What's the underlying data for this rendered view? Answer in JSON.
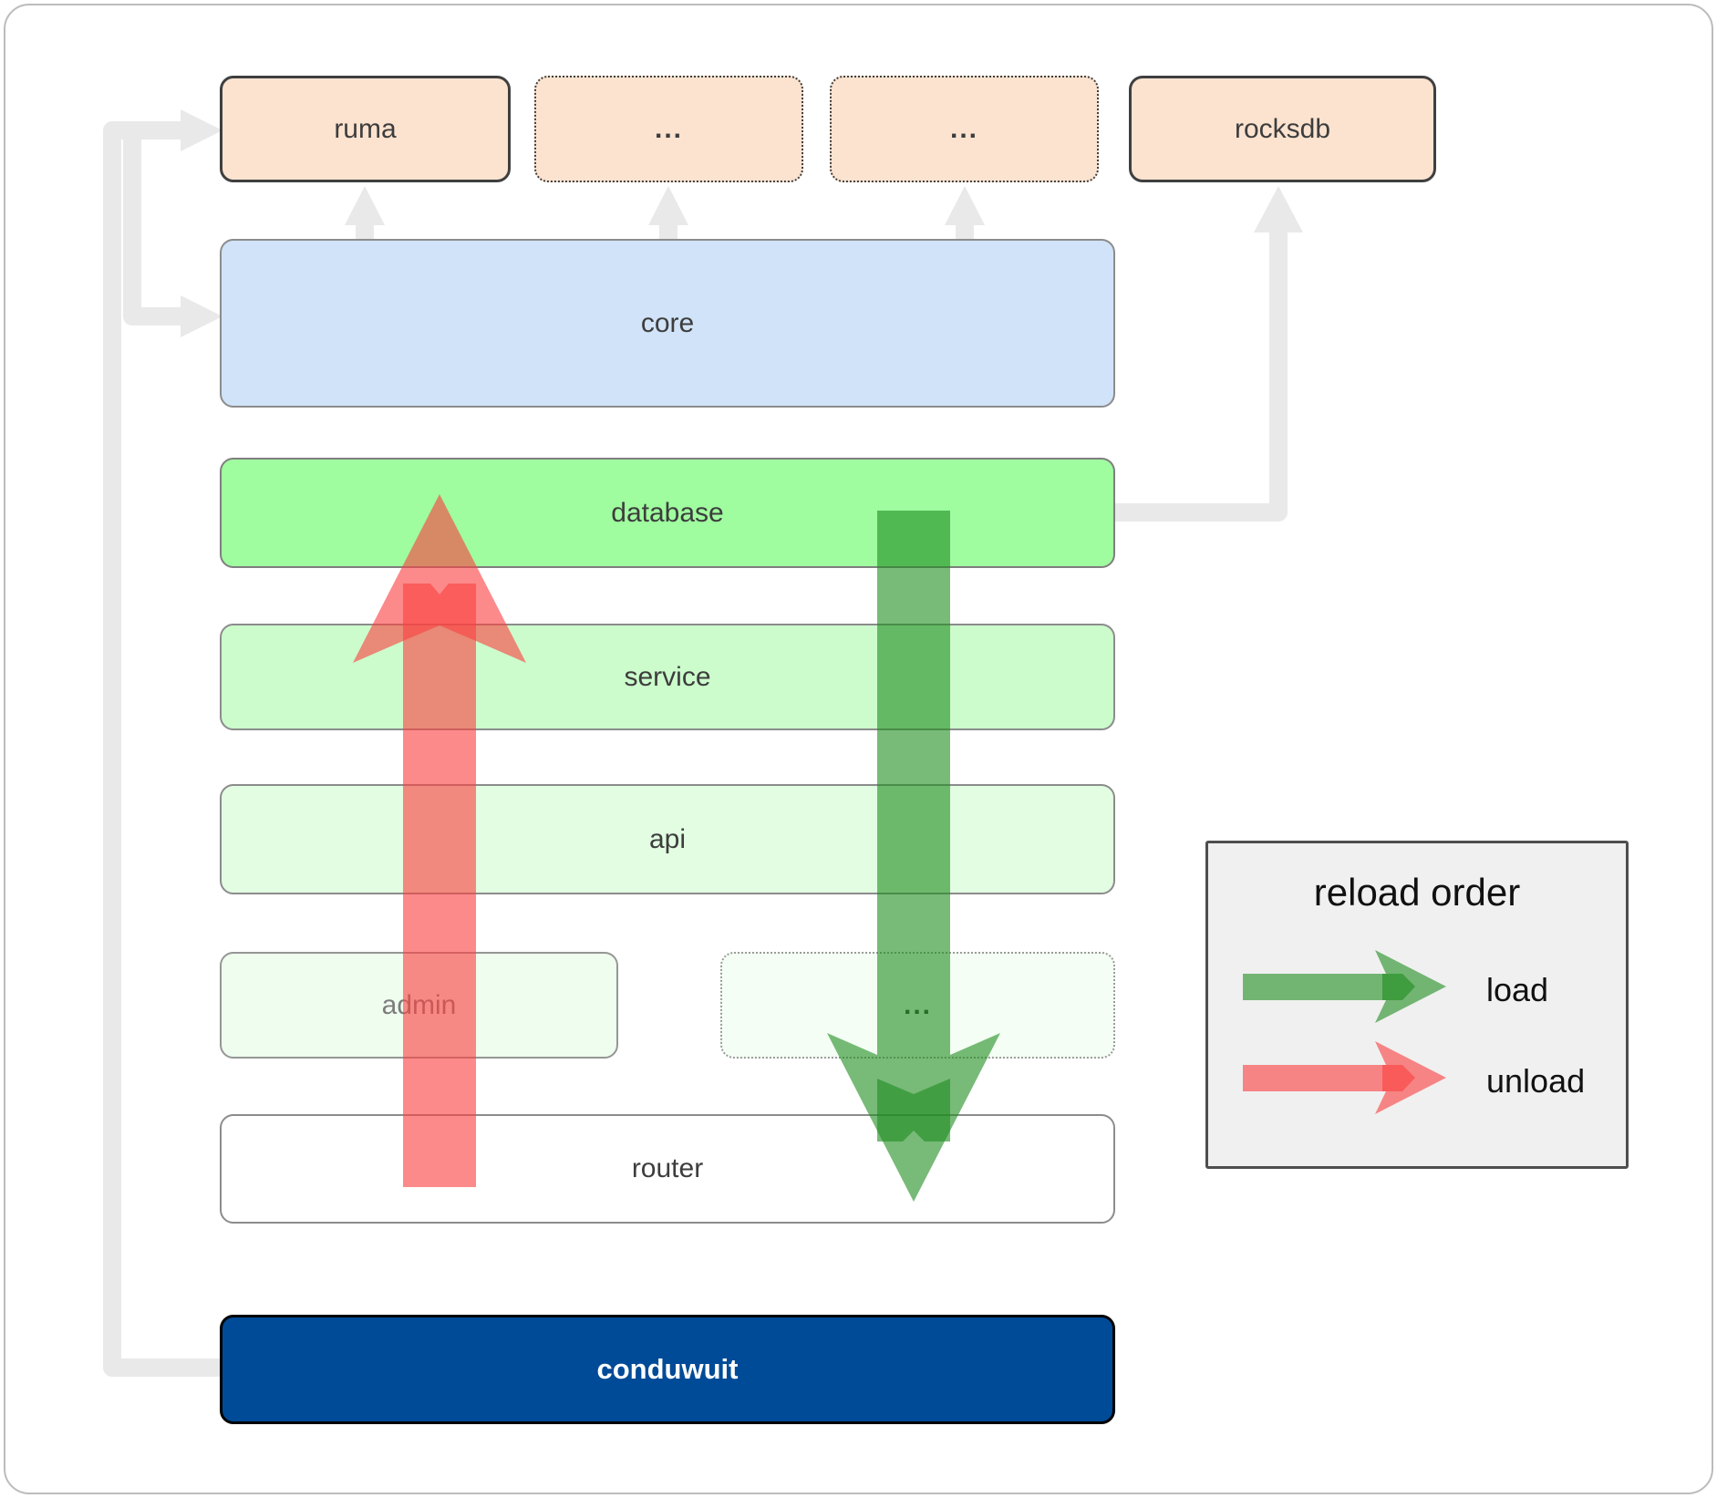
{
  "nodes": {
    "ruma": "ruma",
    "ext1": "...",
    "ext2": "...",
    "rocksdb": "rocksdb",
    "core": "core",
    "database": "database",
    "service": "service",
    "api": "api",
    "admin": "admin",
    "services_more": "...",
    "router": "router",
    "conduwuit": "conduwuit"
  },
  "legend": {
    "title": "reload order",
    "items": [
      {
        "icon": "load-arrow",
        "label": "load",
        "color": "#2e8b2e"
      },
      {
        "icon": "unload-arrow",
        "label": "unload",
        "color": "#fa4242"
      }
    ]
  },
  "colors": {
    "external_node_fill": "#fbe3d0",
    "core_fill": "#d0e3f8",
    "database_fill": "#9ffc9f",
    "service_fill": "#ccfccc",
    "api_fill": "#e2fde2",
    "admin_fill": "#eefdee",
    "router_fill": "#ffffff",
    "conduwuit_fill": "#004b97",
    "connector_gray": "#e9e9e9",
    "load_green": "#2e8b2e",
    "unload_red": "#fa4242"
  }
}
